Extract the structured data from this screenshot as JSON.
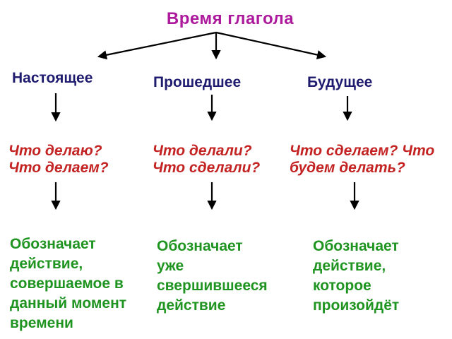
{
  "slide": {
    "title": "Время глагола"
  },
  "colors": {
    "title": "#AC199C",
    "tense": "#1F1C70",
    "question": "#C42323",
    "description": "#1F9420",
    "arrow": "#000000",
    "background": "#FFFFFF"
  },
  "columns": [
    {
      "tense": "Настоящее",
      "question": "Что делаю?\nЧто делаем?",
      "description": "Обозначает\nдействие,\nсовершаемое в\nданный момент\nвремени"
    },
    {
      "tense": "Прошедшее",
      "question": "Что делали?\nЧто сделали?",
      "description": "Обозначает\nуже\nсвершившееся\nдействие"
    },
    {
      "tense": "Будущее",
      "question": "Что сделаем? Что\nбудем делать?",
      "description": "Обозначает\nдействие,\nкоторое\nпроизойдёт"
    }
  ]
}
